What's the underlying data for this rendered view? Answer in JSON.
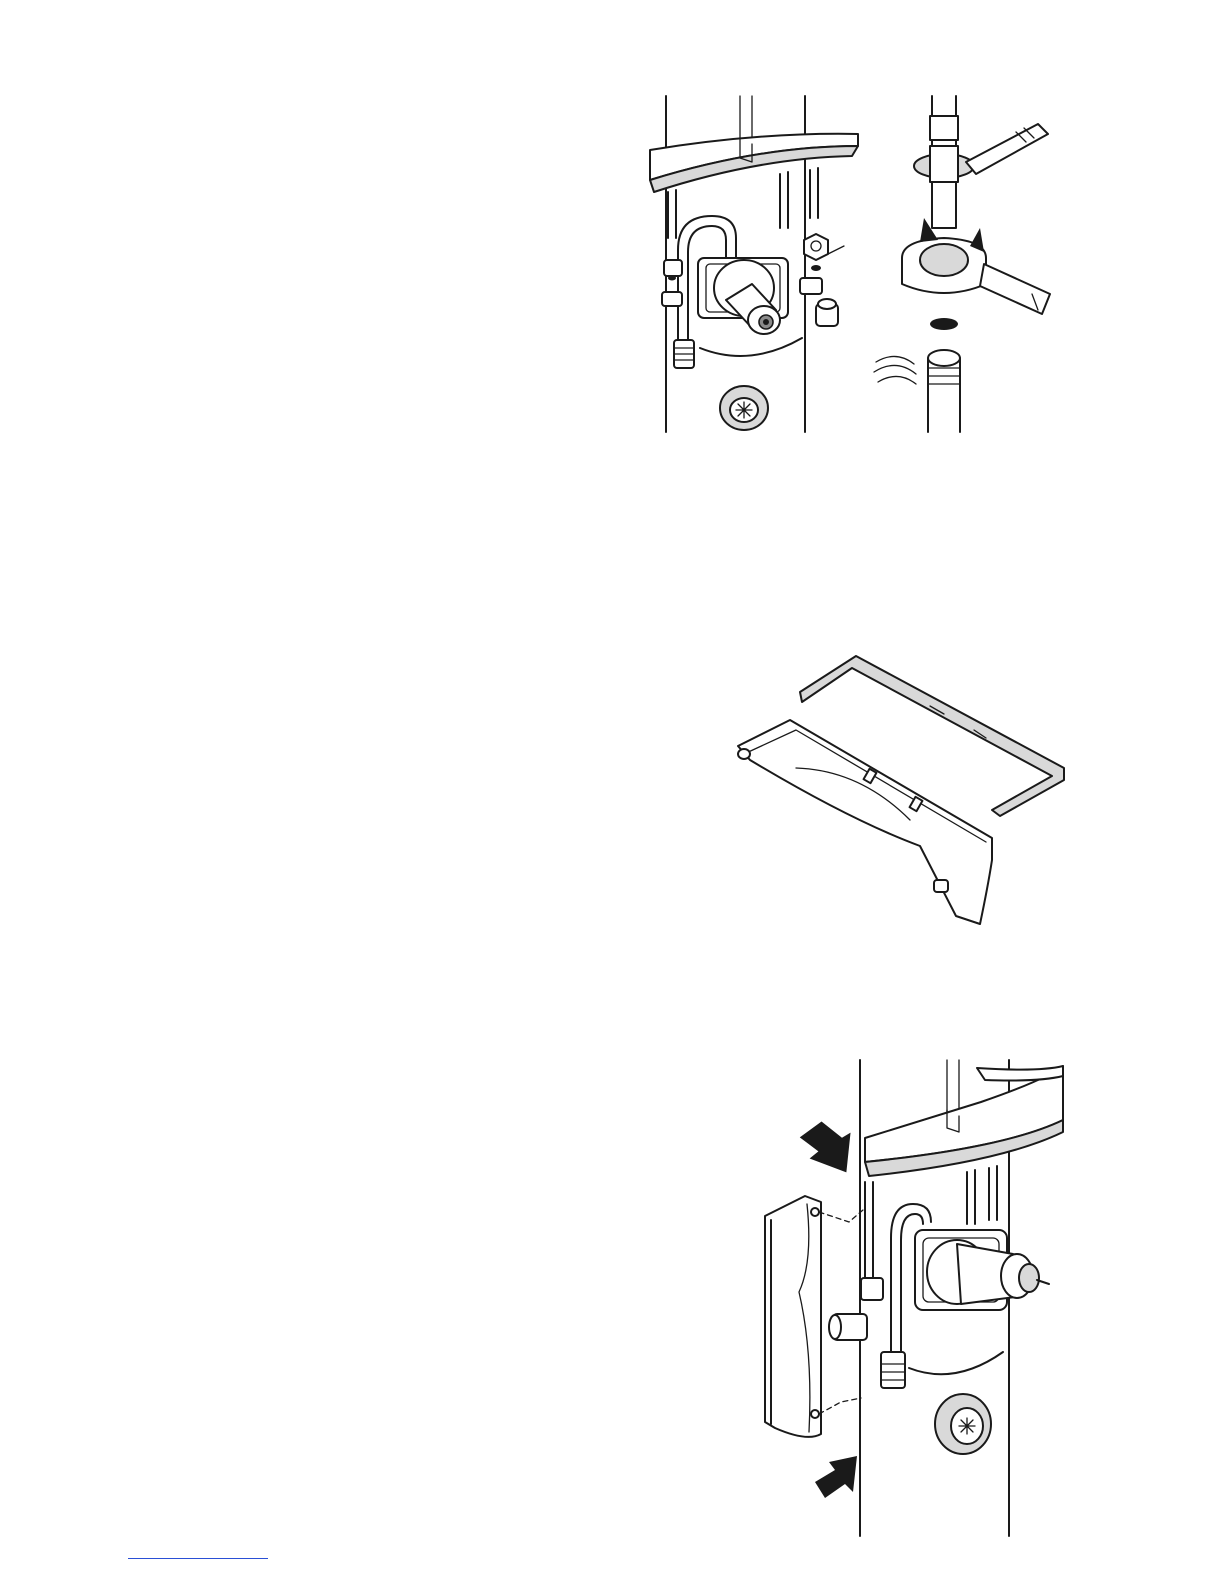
{
  "page": {
    "footer_rule_color": "#2a4fd6"
  },
  "figures": [
    {
      "id": "valve-unit-with-wrenches",
      "icons": [
        "valve-housing-icon",
        "cap-nut-icon",
        "open-end-wrench-icon",
        "rotation-arrow-icon"
      ]
    },
    {
      "id": "cover-and-gasket",
      "icons": [
        "cover-plate-icon",
        "gasket-frame-icon"
      ]
    },
    {
      "id": "cover-attachment",
      "icons": [
        "push-arrow-icon",
        "cover-plate-icon",
        "valve-housing-icon"
      ]
    }
  ]
}
